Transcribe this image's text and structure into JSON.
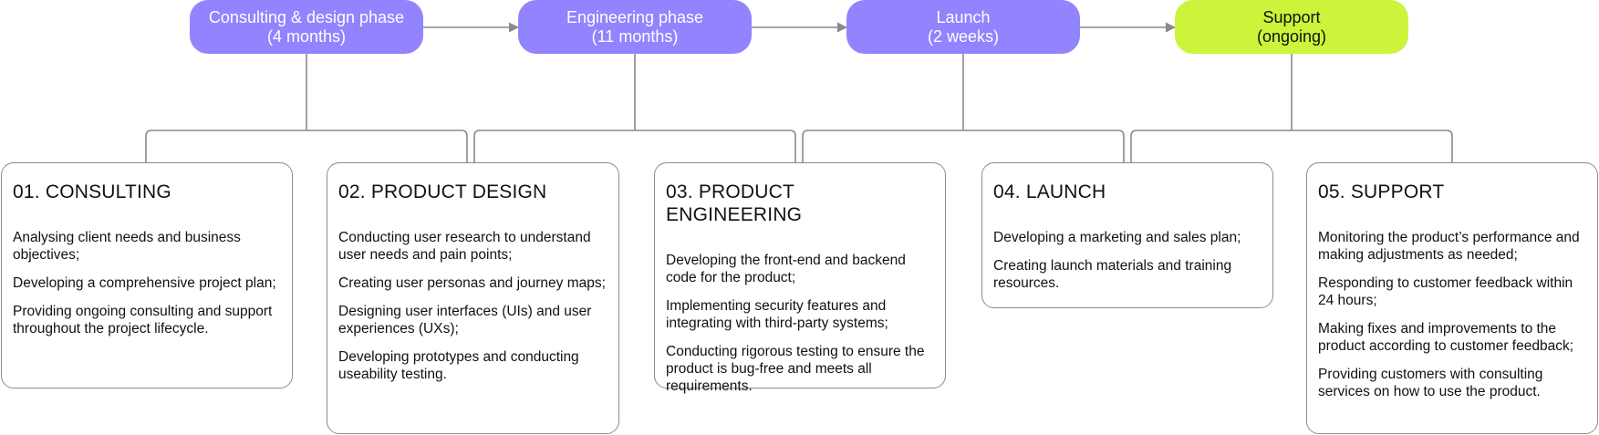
{
  "phases": [
    {
      "line1": "Consulting & design phase",
      "line2": "(4 months)"
    },
    {
      "line1": "Engineering phase",
      "line2": "(11 months)"
    },
    {
      "line1": "Launch",
      "line2": "(2 weeks)"
    },
    {
      "line1": "Support",
      "line2": "(ongoing)"
    }
  ],
  "colors": {
    "phase": "#9283ff",
    "support": "#cbf43b",
    "border": "#8c8c8c",
    "connector": "#8a8a8a"
  },
  "cards": [
    {
      "title": "01. CONSULTING",
      "items": [
        "Analysing client needs and business objectives;",
        "Developing a comprehensive project plan;",
        "Providing ongoing consulting and support throughout the project lifecycle."
      ]
    },
    {
      "title": "02. PRODUCT DESIGN",
      "items": [
        "Conducting user research to understand user needs and pain points;",
        "Creating user personas and journey maps;",
        "Designing user interfaces (UIs) and user experiences (UXs);",
        "Developing prototypes and conducting useability testing."
      ]
    },
    {
      "title": "03. PRODUCT ENGINEERING",
      "items": [
        "Developing the front-end and backend code for the product;",
        "Implementing security features and integrating with third-party systems;",
        "Conducting rigorous testing to ensure the product is bug-free and meets all requirements."
      ]
    },
    {
      "title": "04. LAUNCH",
      "items": [
        "Developing a marketing and sales plan;",
        "Creating launch materials and training resources."
      ]
    },
    {
      "title": "05. SUPPORT",
      "items": [
        "Monitoring the product’s performance and making adjustments as needed;",
        "Responding to customer feedback within 24 hours;",
        "Making fixes and improvements to the product according to customer feedback;",
        "Providing customers with consulting services on how to use the product."
      ]
    }
  ]
}
